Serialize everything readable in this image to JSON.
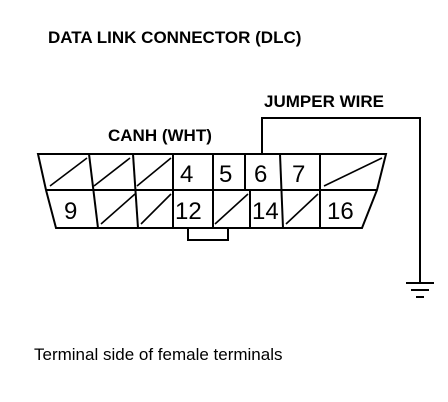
{
  "title": "DATA LINK CONNECTOR (DLC)",
  "jumper_label": "JUMPER WIRE",
  "canh_label": "CANH (WHT)",
  "caption": "Terminal side of female terminals",
  "top_row": [
    "",
    "",
    "",
    "4",
    "5",
    "6",
    "7",
    ""
  ],
  "bottom_row": [
    "9",
    "",
    "",
    "12",
    "",
    "14",
    "",
    "16"
  ],
  "colors": {
    "ink": "#000000",
    "background": "#ffffff"
  }
}
